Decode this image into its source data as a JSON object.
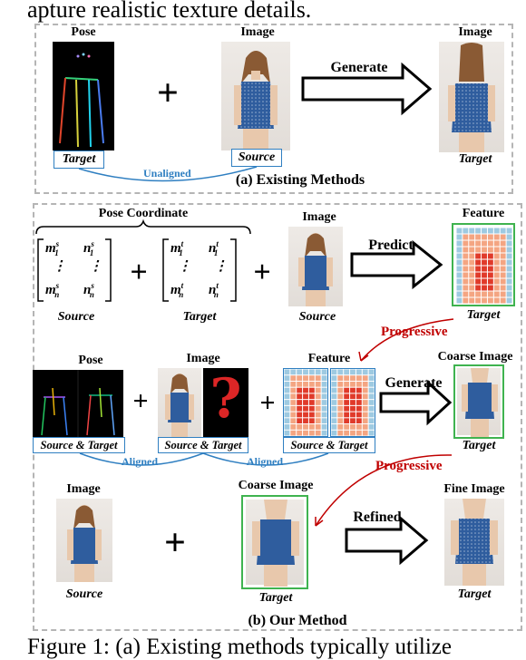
{
  "paper_top_line": "apture realistic texture details.",
  "paper_caption_start": "Figure 1:  (a) Existing methods typically utilize",
  "panel_a": {
    "pose_label": "Pose",
    "image_label": "Image",
    "output_image_label": "Image",
    "generate_label": "Generate",
    "target_box": "Target",
    "source_box": "Source",
    "unaligned_label": "Unaligned",
    "output_target": "Target",
    "caption": "(a) Existing Methods"
  },
  "panel_b": {
    "pose_coordinate_label": "Pose Coordinate",
    "source_matrix": {
      "m1": "m",
      "m1_sub": "1",
      "m1_sup": "s",
      "n1": "n",
      "n1_sub": "1",
      "n1_sup": "s",
      "mn": "m",
      "mn_sub": "n",
      "mn_sup": "s",
      "nn": "n",
      "nn_sub": "n",
      "nn_sup": "s"
    },
    "target_matrix": {
      "m1": "m",
      "m1_sub": "1",
      "m1_sup": "t",
      "n1": "n",
      "n1_sub": "1",
      "n1_sup": "t",
      "mn": "m",
      "mn_sub": "n",
      "mn_sup": "t",
      "nn": "n",
      "nn_sub": "n",
      "nn_sup": "t"
    },
    "vdots": "⋮",
    "source_label": "Source",
    "target_label": "Target",
    "image_label": "Image",
    "image_source": "Source",
    "predict_label": "Predict",
    "feature_label": "Feature",
    "feature_target": "Target",
    "progressive_1": "Progressive",
    "pose_label_2": "Pose",
    "image_label_2": "Image",
    "feature_label_2": "Feature",
    "question_mark": "?",
    "box_pose": "Source & Target",
    "box_image": "Source & Target",
    "box_feature": "Source & Target",
    "aligned_1": "Aligned",
    "aligned_2": "Aligned",
    "generate_label": "Generate",
    "coarse_image_label": "Coarse Image",
    "coarse_target": "Target",
    "progressive_2": "Progressive",
    "image_label_3": "Image",
    "image_source_3": "Source",
    "coarse_image_label_2": "Coarse Image",
    "coarse_target_2": "Target",
    "refined_label": "Refined",
    "fine_image_label": "Fine Image",
    "fine_target": "Target",
    "caption": "(b) Our Method"
  },
  "plus_sign": "+",
  "colors": {
    "dash_border": "#b5b5b5",
    "blue": "#2f7fc1",
    "red": "#c00000",
    "green": "#3fb34f",
    "heat_high": "#e03a2a",
    "heat_mid": "#f4a582",
    "heat_low": "#9ecae1"
  }
}
